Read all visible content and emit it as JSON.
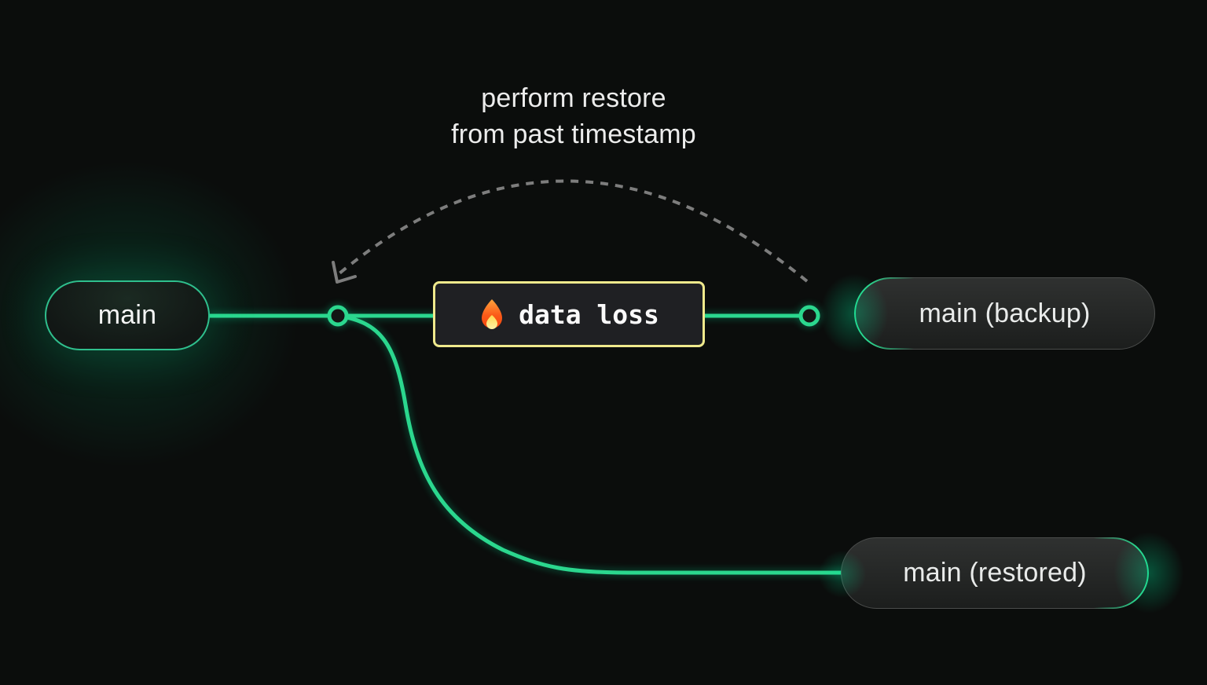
{
  "title": "branch restore diagram",
  "annotation": {
    "line1": "perform restore",
    "line2": "from past timestamp"
  },
  "nodes": {
    "main": {
      "label": "main"
    },
    "backup": {
      "label": "main (backup)"
    },
    "restored": {
      "label": "main (restored)"
    }
  },
  "event_box": {
    "icon": "flame-icon",
    "label": "data loss"
  },
  "colors": {
    "background": "#0b0d0c",
    "green": "#2bd78e",
    "glow_green": "#00e599",
    "yellow_border": "#efe98c",
    "box_bg": "#1f2023",
    "pill_bg_top": "#2f3130",
    "pill_bg_bottom": "#1c1e1d",
    "pill_border": "#4a4c4b",
    "main_pill_border": "#2fbf8d",
    "dash_gray": "#7d7d7d",
    "text_light": "#ececec"
  }
}
